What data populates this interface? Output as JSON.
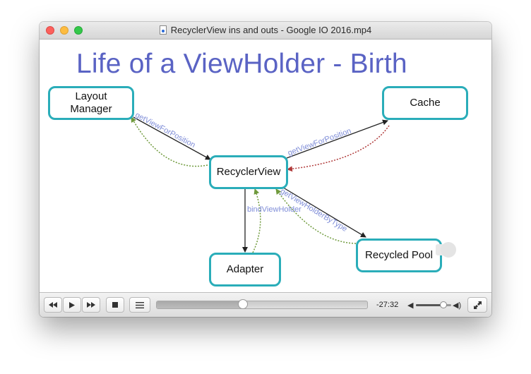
{
  "window": {
    "title": "RecyclerView ins and outs - Google IO 2016.mp4"
  },
  "slide": {
    "title": "Life of  a ViewHolder - Birth",
    "nodes": {
      "layout_manager_line1": "Layout",
      "layout_manager_line2": "Manager",
      "cache": "Cache",
      "recyclerview": "RecyclerView",
      "adapter": "Adapter",
      "recycled_pool": "Recycled Pool"
    },
    "edges": {
      "lm_to_rv": "getViewForPosition",
      "rv_to_cache": "getViewForPosition",
      "rv_to_adapter": "bindViewHolder",
      "rv_to_pool": "getViewHolderByType"
    },
    "colors": {
      "title": "#5a63c4",
      "box_border": "#2aadb9",
      "edge_label": "#7f8dd8",
      "return_green": "#6f9a3c",
      "return_red": "#b03a3a"
    }
  },
  "controls": {
    "rewind_icon": "rewind-icon",
    "play_icon": "play-icon",
    "fast_forward_icon": "fast-forward-icon",
    "stop_icon": "stop-icon",
    "playlist_icon": "playlist-icon",
    "progress": 0.41,
    "time_remaining": "-27:32",
    "volume": 0.78,
    "fullscreen_icon": "fullscreen-icon"
  }
}
